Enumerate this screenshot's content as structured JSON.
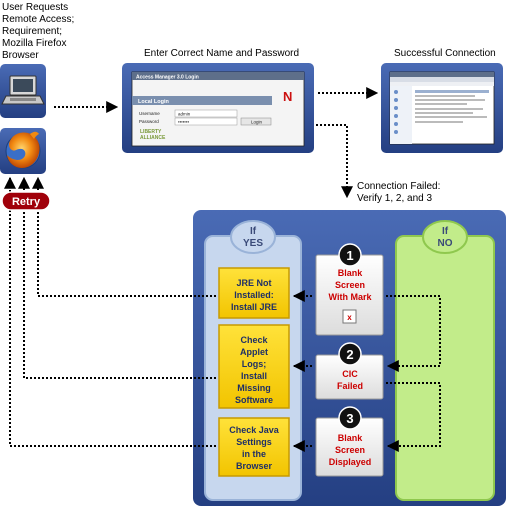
{
  "steps": {
    "user_requests": [
      "User Requests",
      "Remote Access;",
      "Requirement;",
      "Mozilla Firefox",
      "Browser"
    ],
    "enter_name": "Enter Correct Name and Password",
    "successful": "Successful Connection",
    "connection_failed": [
      "Connection Failed:",
      "Verify 1, 2, and 3"
    ]
  },
  "login_window": {
    "title": "Access Manager 3.0 Login",
    "section": "Local Login",
    "username_label": "Username",
    "username_value": "admin",
    "password_label": "Password",
    "password_value": "•••••••",
    "login_button": "Login",
    "brand_letter": "N",
    "brand_footer": [
      "LIBERTY",
      "ALLIANCE"
    ]
  },
  "retry_label": "Retry",
  "yes_header": [
    "If",
    "YES"
  ],
  "no_header": [
    "If",
    "NO"
  ],
  "yes_actions": [
    [
      "JRE Not",
      "Installed:",
      "Install JRE"
    ],
    [
      "Check",
      "Applet",
      "Logs;",
      "Install",
      "Missing",
      "Software"
    ],
    [
      "Check Java",
      "Settings",
      "in the",
      "Browser"
    ]
  ],
  "checks": [
    {
      "number": "1",
      "lines": [
        "Blank",
        "Screen",
        "With Mark"
      ],
      "mark": "x"
    },
    {
      "number": "2",
      "lines": [
        "CIC",
        "Failed"
      ]
    },
    {
      "number": "3",
      "lines": [
        "Blank",
        "Screen",
        "Displayed"
      ]
    }
  ],
  "colors": {
    "navy": "#2f4f96",
    "panel": "#3a5aa0",
    "yes_fill": "#c7d7ee",
    "no_fill": "#c2ec8a",
    "action_fill": "#ffd400",
    "check_text": "#cc0000",
    "retry_fill": "#a0000a"
  }
}
